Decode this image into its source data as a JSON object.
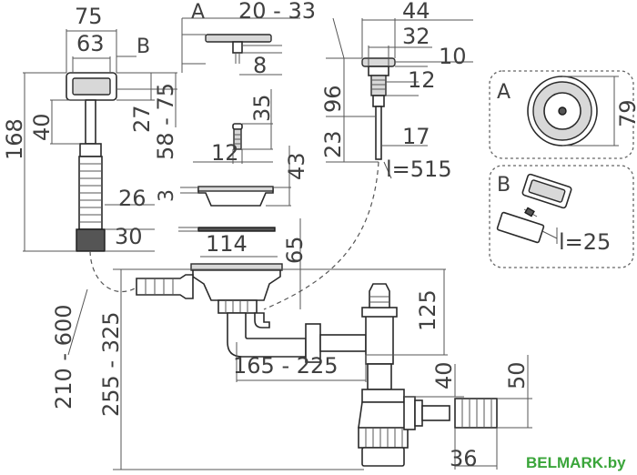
{
  "dimensions": {
    "d75": "75",
    "d63": "63",
    "lblB": "B",
    "lblA": "A",
    "d20_33": "20 - 33",
    "d44": "44",
    "d32": "32",
    "d10": "10",
    "d8": "8",
    "d96": "96",
    "d12a": "12",
    "d168": "168",
    "d40a": "40",
    "d27": "27",
    "d58_75": "58 - 75",
    "d35": "35",
    "d12b": "12",
    "d23": "23",
    "d17": "17",
    "d43": "43",
    "l515": "l=515",
    "d26": "26",
    "d3": "3",
    "d30": "30",
    "d114": "114",
    "d65": "65",
    "d125": "125",
    "d210_600": "210 - 600",
    "d255_325": "255 - 325",
    "d165_225": "165 - 225",
    "d40b": "40",
    "d50": "50",
    "d36": "36"
  },
  "detail_a": {
    "label": "A",
    "dim": "79"
  },
  "detail_b": {
    "label": "B",
    "dim": "l=25"
  },
  "watermark": {
    "text": "BELMARK.by",
    "color": "#3aa53a"
  }
}
